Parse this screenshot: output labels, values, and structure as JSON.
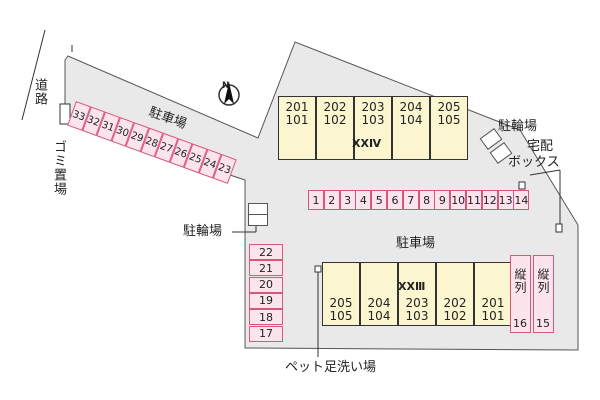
{
  "labels": {
    "road": "道路",
    "garbage": "ゴミ置場",
    "parking": "駐車場",
    "north": "N",
    "bike_parking": "駐輪場",
    "delivery_box_1": "宅配",
    "delivery_box_2": "ボックス",
    "pet_wash": "ペット足洗い場"
  },
  "diagonal_spots": [
    "33",
    "32",
    "31",
    "30",
    "29",
    "28",
    "27",
    "26",
    "25",
    "24",
    "23"
  ],
  "center_spots": [
    "1",
    "2",
    "3",
    "4",
    "5",
    "6",
    "7",
    "8",
    "9",
    "10",
    "11",
    "12",
    "13",
    "14"
  ],
  "left_spots": [
    "22",
    "21",
    "20",
    "19",
    "18",
    "17"
  ],
  "tandem": [
    {
      "label": "縦列",
      "number": "16"
    },
    {
      "label": "縦列",
      "number": "15"
    }
  ],
  "building_top": {
    "name": "XXⅣ",
    "units": [
      {
        "upper": "201",
        "lower": "101"
      },
      {
        "upper": "202",
        "lower": "102"
      },
      {
        "upper": "203",
        "lower": "103"
      },
      {
        "upper": "204",
        "lower": "104"
      },
      {
        "upper": "205",
        "lower": "105"
      }
    ]
  },
  "building_bottom": {
    "name": "XXⅢ",
    "units": [
      {
        "upper": "205",
        "lower": "105"
      },
      {
        "upper": "204",
        "lower": "104"
      },
      {
        "upper": "203",
        "lower": "103"
      },
      {
        "upper": "202",
        "lower": "102"
      },
      {
        "upper": "201",
        "lower": "101"
      }
    ]
  }
}
